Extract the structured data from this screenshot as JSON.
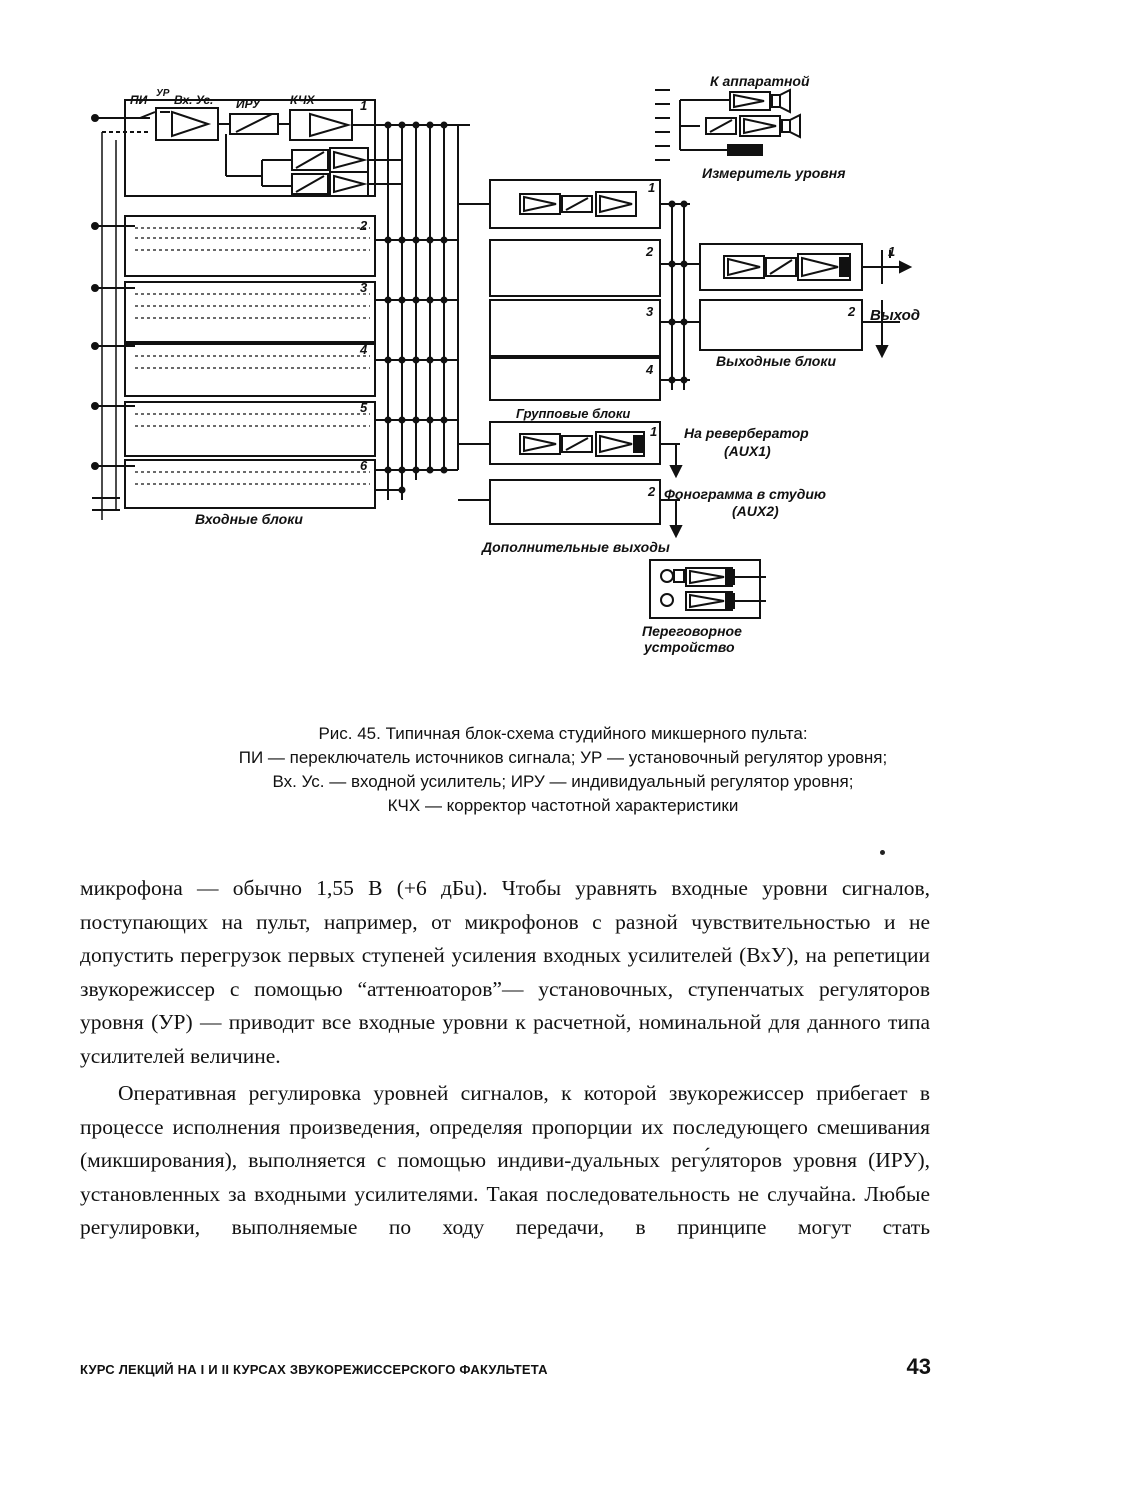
{
  "diagram": {
    "labels": {
      "pi": "ПИ",
      "ur": "УР",
      "vx_us": "Вх. Ус.",
      "iru": "ИРУ",
      "kchx": "КЧХ",
      "to_apparatus": "К аппаратной",
      "level_meter": "Измеритель уровня",
      "input_blocks": "Входные блоки",
      "group_blocks": "Групповые блоки",
      "output_blocks": "Выходные блоки",
      "output": "Выход",
      "to_reverb": "На реверберaтор",
      "aux1": "(AUX1)",
      "phonogram_to_studio": "Фонограмма в студию",
      "aux2": "(AUX2)",
      "additional_outputs": "Дополнительные выходы",
      "talkback": "Переговорное",
      "talkback2": "устройство"
    },
    "input_numbers": [
      "1",
      "2",
      "3",
      "4",
      "5",
      "6"
    ],
    "group_numbers": [
      "1",
      "2",
      "3",
      "4"
    ],
    "output_numbers": [
      "1",
      "2"
    ],
    "aux_numbers": [
      "1",
      "2"
    ]
  },
  "caption": {
    "line1": "Рис. 45. Типичная блок-схема студийного микшерного пульта:",
    "line2": "ПИ — переключатель источников сигнала; УР — установочный регулятор уровня;",
    "line3": "Вх. Ус. — входной усилитель; ИРУ — индивидуальный регулятор уровня;",
    "line4": "КЧХ — корректор частотной характеристики"
  },
  "body": {
    "p1": "микрофона — обычно 1,55 В (+6 дБu). Чтобы уравнять входные уровни сигналов, поступающих на пульт, например, от микрофонов с разной чувствительностью и не допустить перегрузок первых ступеней усиления входных усилителей (ВхУ), на репетиции звукорежиссер с помощью “аттенюаторов”— установочных, ступенчатых регуляторов уровня (УР) — приводит все входные уровни к расчетной, номинальной для данного типа усилителей величине.",
    "p2": "Оперативная регулировка уровней сигналов, к которой звукорежиссер прибегает в процессе исполнения произведения, определяя пропорции их последующего смешивания (микширования), выполняется с помощью индиви-дуальных регу́ляторов уровня (ИРУ), установленных за входными усилителями. Такая последовательность не случайна. Любые регулировки, выполняемые по ходу передачи, в принципе могут стать"
  },
  "footer": {
    "running_title": "КУРС ЛЕКЦИЙ НА I И II КУРСАХ ЗВУКОРЕЖИССЕРСКОГО ФАКУЛЬТЕТА",
    "page_number": "43"
  }
}
